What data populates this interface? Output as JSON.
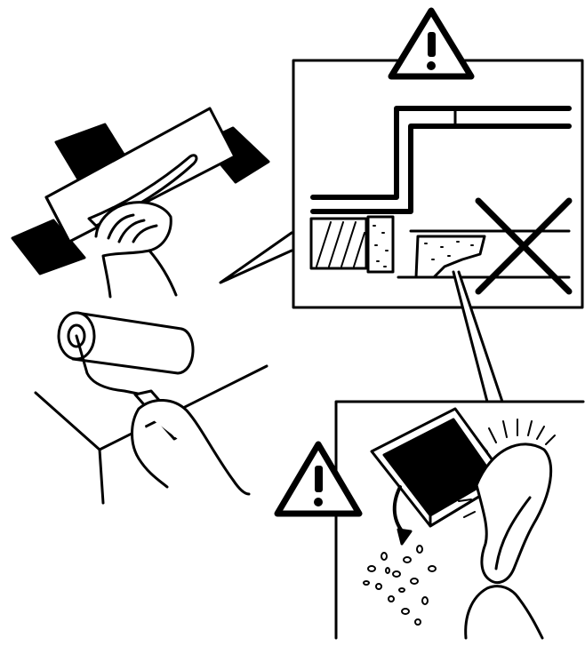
{
  "illustration": {
    "stroke_color": "#000000",
    "fill_color": "#ffffff",
    "panels": [
      {
        "name": "trowel-scene",
        "icon": "trowel-icon"
      },
      {
        "name": "roller-scene",
        "icon": "paint-roller-icon"
      },
      {
        "name": "detail-callout",
        "icon": "warning-icon",
        "status": "incorrect",
        "status_icon": "cross-mark-icon"
      },
      {
        "name": "cleanup-callout",
        "icon": "warning-icon",
        "tools": [
          "dustpan-icon",
          "brush-icon",
          "debris-icon"
        ]
      }
    ]
  }
}
